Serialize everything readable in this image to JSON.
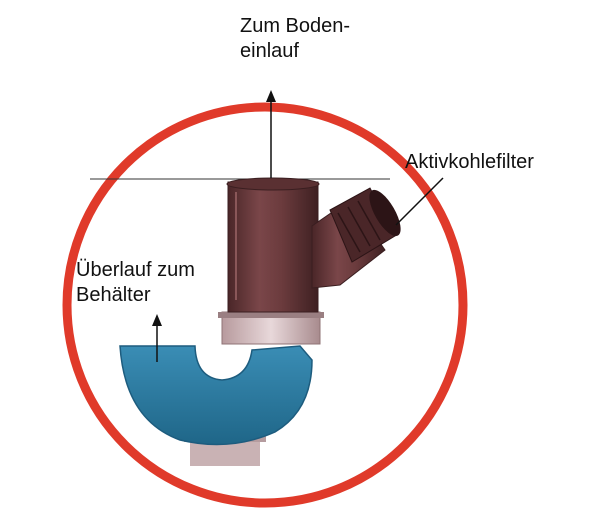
{
  "labels": {
    "floor_drain_line1": "Zum Boden-",
    "floor_drain_line2": "einlauf",
    "carbon_filter": "Aktivkohlefilter",
    "overflow_line1": "Überlauf zum",
    "overflow_line2": "Behälter"
  },
  "colors": {
    "ring": "#e03a2a",
    "pipe": "#6b3b3d",
    "pipe_dark": "#4a2628",
    "pipe_light": "#8a5759",
    "water": "#2f7fa6",
    "water_dark": "#1d5c7e",
    "seal": "#d6c3c5",
    "drain": "#c9b2b4"
  },
  "icons": [
    "arrow-up-icon"
  ]
}
